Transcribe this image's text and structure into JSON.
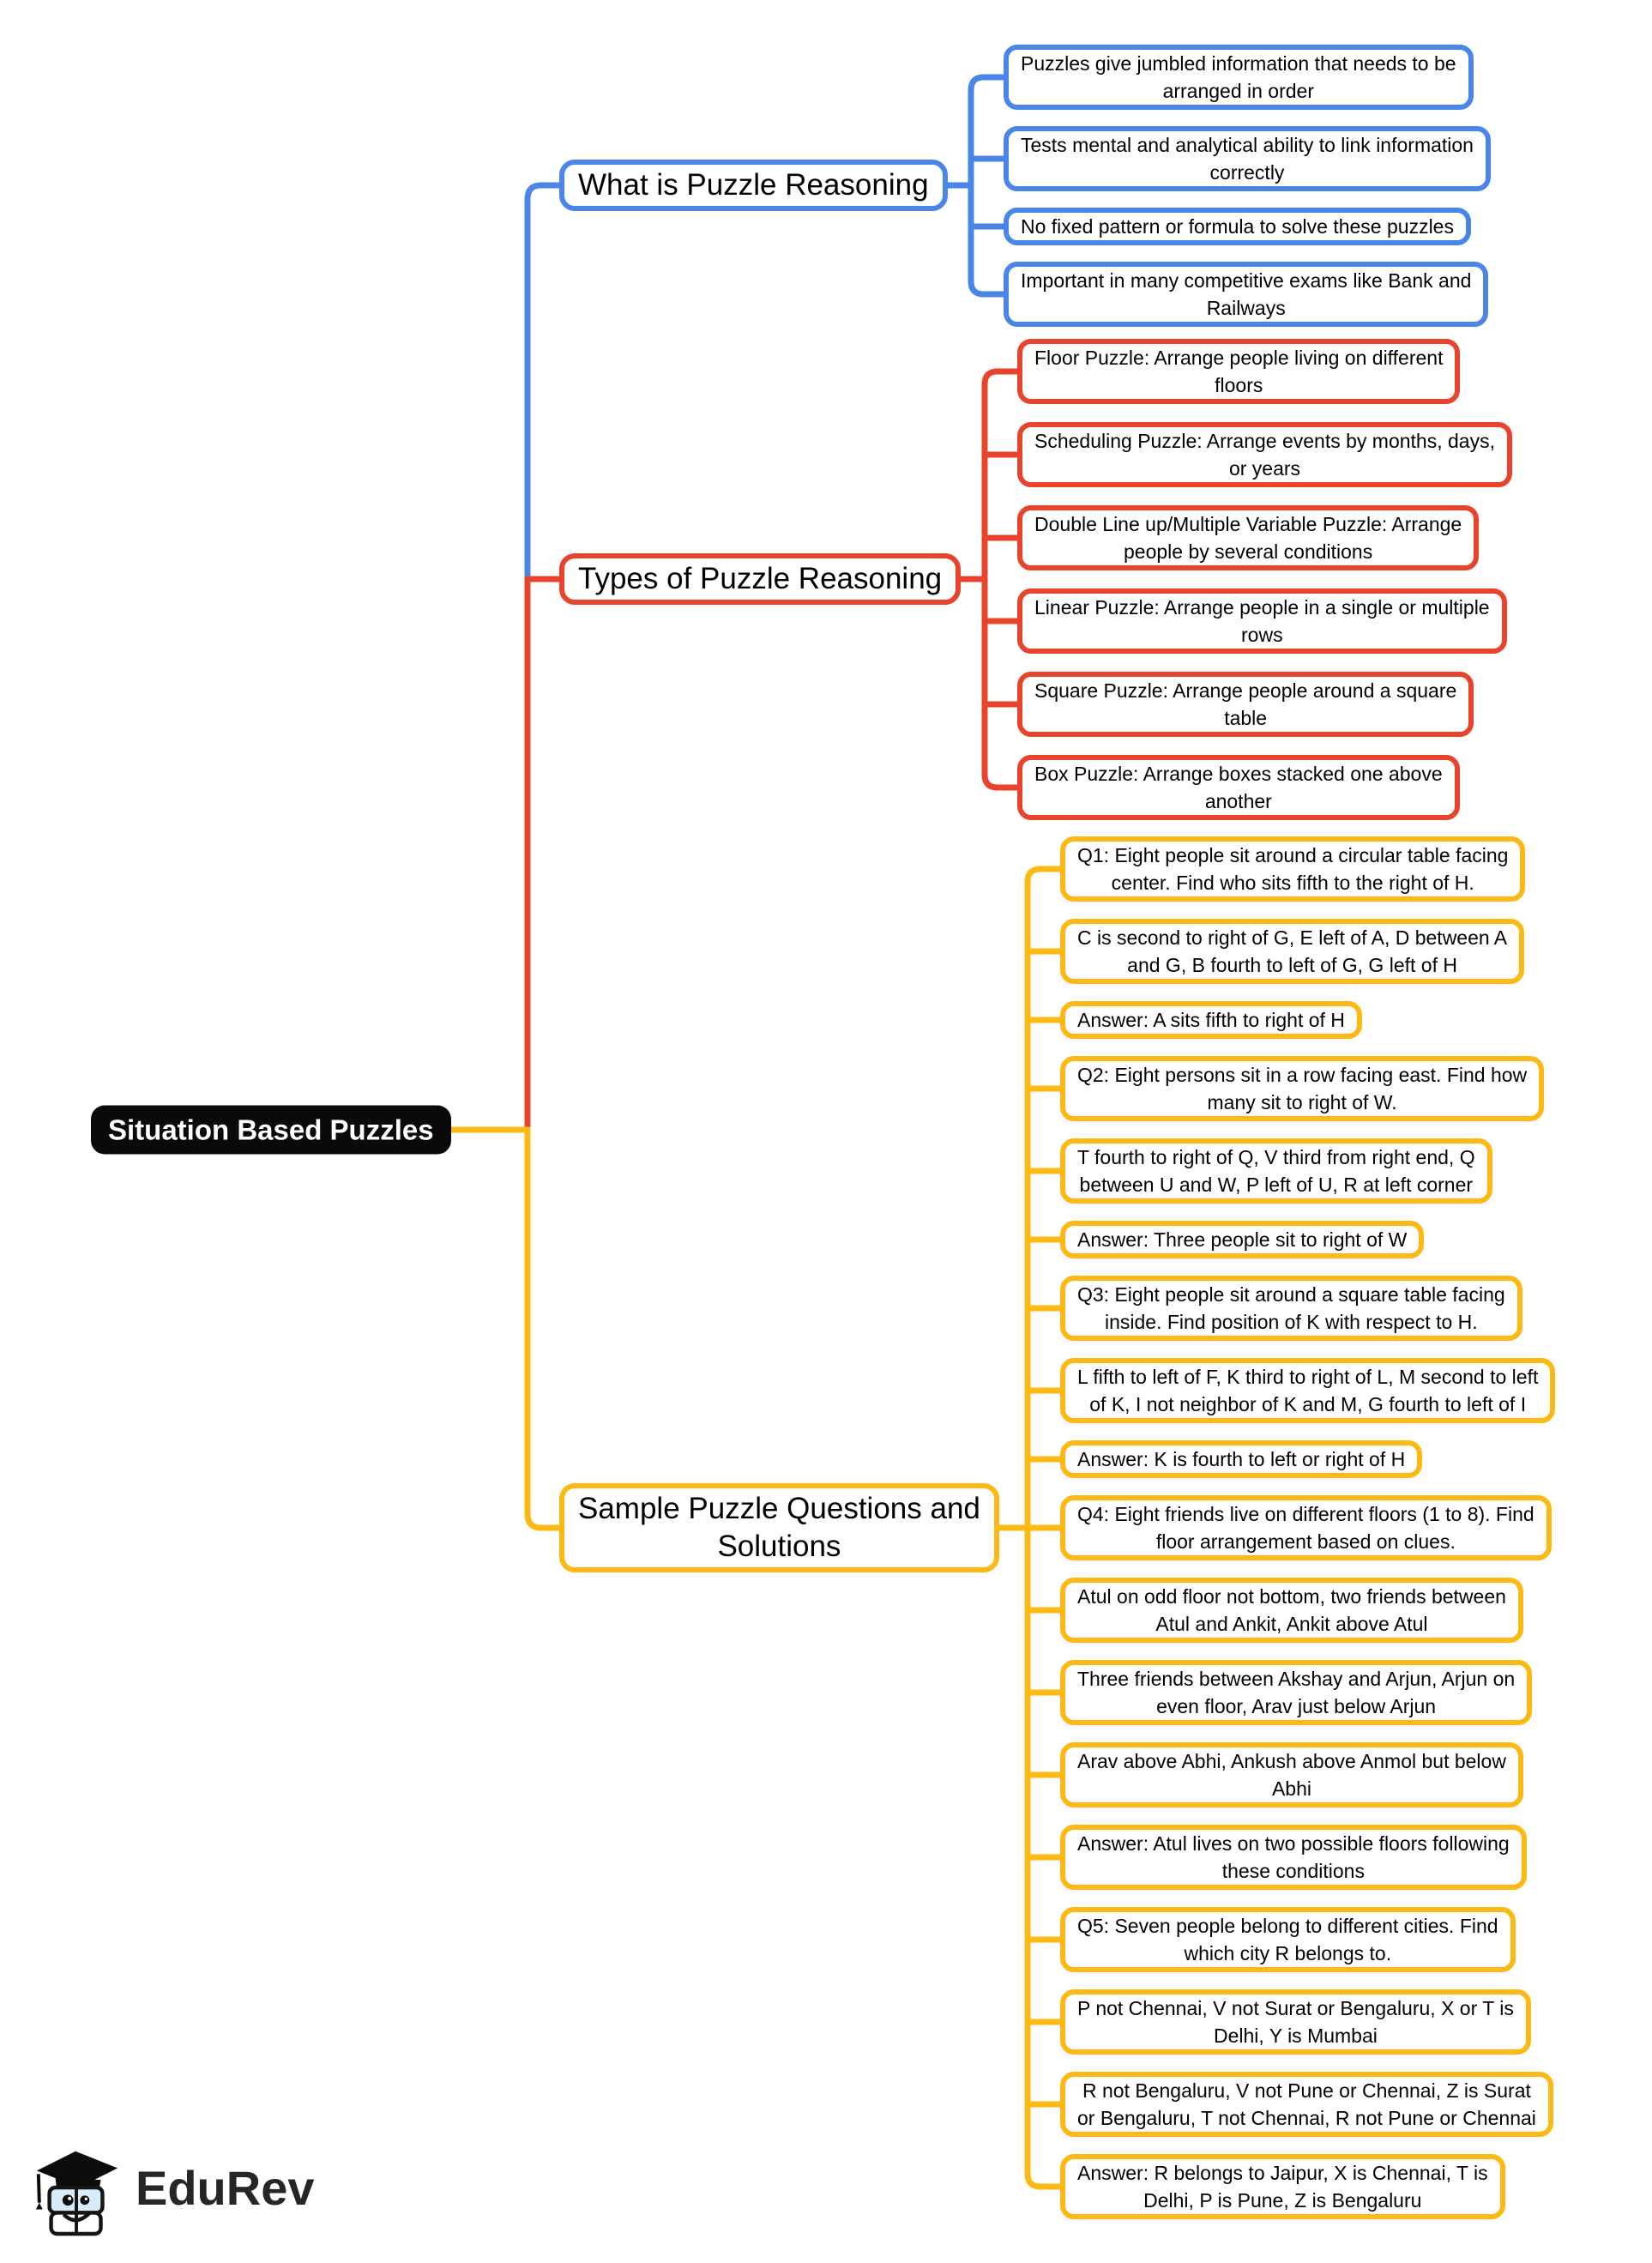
{
  "page": {
    "title": "Situation Based Puzzles"
  },
  "root": {
    "label": "Situation Based Puzzles",
    "bg_color": "#0a0a0a",
    "text_color": "#ffffff"
  },
  "branches": [
    {
      "label": "What is Puzzle Reasoning",
      "color": "#4a86e8",
      "children": [
        "Puzzles give jumbled information that needs to be\narranged in order",
        "Tests mental and analytical ability to link information\ncorrectly",
        "No fixed pattern or formula to solve these puzzles",
        "Important in many competitive exams like Bank and\nRailways"
      ]
    },
    {
      "label": "Types of Puzzle Reasoning",
      "color": "#e8432c",
      "children": [
        "Floor Puzzle: Arrange people living on different\nfloors",
        "Scheduling Puzzle: Arrange events by months, days,\nor years",
        "Double Line up/Multiple Variable Puzzle: Arrange\npeople by several conditions",
        "Linear Puzzle: Arrange people in a single or multiple\nrows",
        "Square Puzzle: Arrange people around a square\ntable",
        "Box Puzzle: Arrange boxes stacked one above\nanother"
      ]
    },
    {
      "label": "Sample Puzzle Questions and\nSolutions",
      "color": "#fcb813",
      "children": [
        "Q1: Eight people sit around a circular table facing\ncenter. Find who sits fifth to the right of H.",
        "C is second to right of G, E left of A, D between A\nand G, B fourth to left of G, G left of H",
        "Answer: A sits fifth to right of H",
        "Q2: Eight persons sit in a row facing east. Find how\nmany sit to right of W.",
        "T fourth to right of Q, V third from right end, Q\nbetween U and W, P left of U, R at left corner",
        "Answer: Three people sit to right of W",
        "Q3: Eight people sit around a square table facing\ninside. Find position of K with respect to H.",
        "L fifth to left of F, K third to right of L, M second to left\nof K, I not neighbor of K and M, G fourth to left of I",
        "Answer: K is fourth to left or right of H",
        "Q4: Eight friends live on different floors (1 to 8). Find\nfloor arrangement based on clues.",
        "Atul on odd floor not bottom, two friends between\nAtul and Ankit, Ankit above Atul",
        "Three friends between Akshay and Arjun, Arjun on\neven floor, Arav just below Arjun",
        "Arav above Abhi, Ankush above Anmol but below\nAbhi",
        "Answer: Atul lives on two possible floors following\nthese conditions",
        "Q5: Seven people belong to different cities. Find\nwhich city R belongs to.",
        "P not Chennai, V not Surat or Bengaluru, X or T is\nDelhi, Y is Mumbai",
        "R not Bengaluru, V not Pune or Chennai, Z is Surat\nor Bengaluru, T not Chennai, R not Pune or Chennai",
        "Answer: R belongs to Jaipur, X is Chennai, T is\nDelhi, P is Pune, Z is Bengaluru"
      ]
    }
  ],
  "logo": {
    "brand": "EduRev",
    "mascot": "graduation-cap-books-mascot",
    "text_color": "#262626",
    "mascot_face_color": "#d7ebf9"
  }
}
